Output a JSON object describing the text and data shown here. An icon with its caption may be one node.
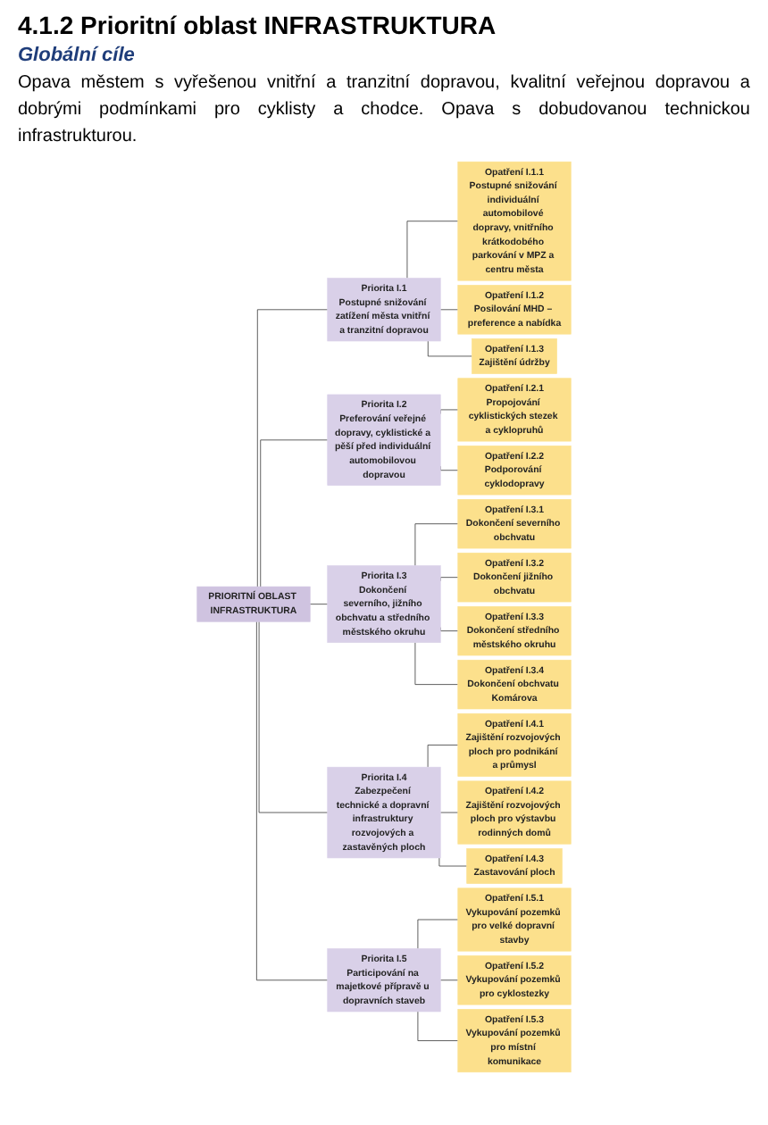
{
  "diagram": {
    "title": "4.1.2 Prioritní oblast INFRASTRUKTURA",
    "labels": [
      "Globální cíle",
      "Opava městem s vyřešenou vnitřní a tranzitní dopravou, kvalitní veřejnou dopravou a dobrými podmínkami pro cyklisty a chodce. Opava s dobudovanou technickou infrastrukturou."
    ],
    "nodes": [
      {
        "text": [
          "PRIORITNÍ OBLAST INFRASTRUKTURA"
        ]
      },
      {
        "text": [
          "Priorita I.1",
          "Postupné snižování zatížení města vnitřní a tranzitní dopravou"
        ]
      },
      {
        "text": [
          "Opatření I.1.1",
          "Postupné snižování individuální automobilové dopravy, vnitřního krátkodobého parkování v MPZ a centru města"
        ]
      },
      {
        "text": [
          "Opatření I.1.2",
          "Posilování MHD – preference a nabídka"
        ]
      },
      {
        "text": [
          "Opatření I.1.3",
          "Zajištění údržby"
        ]
      },
      {
        "text": [
          "Priorita I.2",
          "Preferování veřejné dopravy, cyklistické a pěší před individuální automobilovou dopravou"
        ]
      },
      {
        "text": [
          "Opatření I.2.1",
          "Propojování cyklistických stezek a cyklopruhů"
        ]
      },
      {
        "text": [
          "Opatření I.2.2",
          "Podporování cyklodopravy"
        ]
      },
      {
        "text": [
          "Priorita I.3",
          "Dokončení severního, jižního obchvatu a středního městského okruhu"
        ]
      },
      {
        "text": [
          "Opatření I.3.1",
          "Dokončení severního obchvatu"
        ]
      },
      {
        "text": [
          "Opatření I.3.2",
          "Dokončení jižního obchvatu"
        ]
      },
      {
        "text": [
          "Opatření I.3.3",
          "Dokončení středního městského okruhu"
        ]
      },
      {
        "text": [
          "Opatření I.3.4",
          "Dokončení obchvatu Komárova"
        ]
      },
      {
        "text": [
          "Priorita I.4",
          "Zabezpečení technické a dopravní infrastruktury rozvojových a zastavěných ploch"
        ]
      },
      {
        "text": [
          "Opatření I.4.1",
          "Zajištění rozvojových ploch pro podnikání a průmysl"
        ]
      },
      {
        "text": [
          "Opatření I.4.2",
          "Zajištění rozvojových ploch pro výstavbu rodinných domů"
        ]
      },
      {
        "text": [
          "Opatření I.4.3",
          "Zastavování ploch"
        ]
      },
      {
        "text": [
          "Priorita I.5",
          "Participování na majetkové přípravě u dopravních staveb"
        ]
      },
      {
        "text": [
          "Opatření I.5.1",
          "Vykupování pozemků pro velké dopravní stavby"
        ]
      },
      {
        "text": [
          "Opatření I.5.2",
          "Vykupování pozemků pro cyklostezky"
        ]
      },
      {
        "text": [
          "Opatření I.5.3",
          "Vykupování pozemků pro místní komunikace"
        ]
      }
    ],
    "edges": [
      {
        "from": 0,
        "to": 1,
        "arrow": "none"
      },
      {
        "from": 0,
        "to": 5,
        "arrow": "none"
      },
      {
        "from": 0,
        "to": 8,
        "arrow": "none"
      },
      {
        "from": 0,
        "to": 13,
        "arrow": "none"
      },
      {
        "from": 0,
        "to": 17,
        "arrow": "none"
      },
      {
        "from": 1,
        "to": 2,
        "arrow": "none"
      },
      {
        "from": 1,
        "to": 3,
        "arrow": "none"
      },
      {
        "from": 1,
        "to": 4,
        "arrow": "none"
      },
      {
        "from": 5,
        "to": 6,
        "arrow": "none"
      },
      {
        "from": 5,
        "to": 7,
        "arrow": "none"
      },
      {
        "from": 8,
        "to": 9,
        "arrow": "none"
      },
      {
        "from": 8,
        "to": 10,
        "arrow": "none"
      },
      {
        "from": 8,
        "to": 11,
        "arrow": "none"
      },
      {
        "from": 8,
        "to": 12,
        "arrow": "none"
      },
      {
        "from": 13,
        "to": 14,
        "arrow": "none"
      },
      {
        "from": 13,
        "to": 15,
        "arrow": "none"
      },
      {
        "from": 13,
        "to": 16,
        "arrow": "none"
      },
      {
        "from": 17,
        "to": 18,
        "arrow": "none"
      },
      {
        "from": 17,
        "to": 19,
        "arrow": "none"
      },
      {
        "from": 17,
        "to": 20,
        "arrow": "none"
      }
    ]
  }
}
